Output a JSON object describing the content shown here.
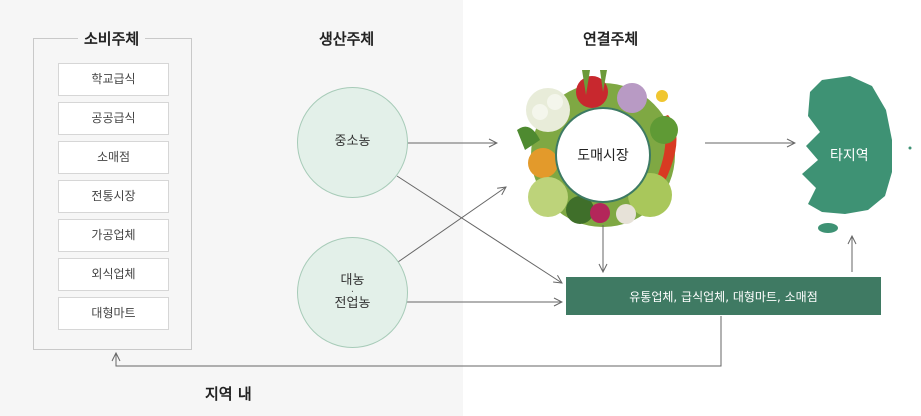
{
  "headings": {
    "consumer": "소비주체",
    "producer": "생산주체",
    "connector": "연결주체",
    "local": "지역 내"
  },
  "consumers": [
    "학교급식",
    "공공급식",
    "소매점",
    "전통시장",
    "가공업체",
    "외식업체",
    "대형마트"
  ],
  "producers": {
    "small": "중소농",
    "large_line1": "대농",
    "large_dot": "·",
    "large_line2": "전업농"
  },
  "connector": {
    "wholesale": "도매시장",
    "distribution": "유통업체, 급식업체, 대형마트, 소매점"
  },
  "other_region": "타지역",
  "colors": {
    "accent": "#3f7a63",
    "circle_fill": "#e3f0e9",
    "left_bg": "#f6f6f6"
  }
}
